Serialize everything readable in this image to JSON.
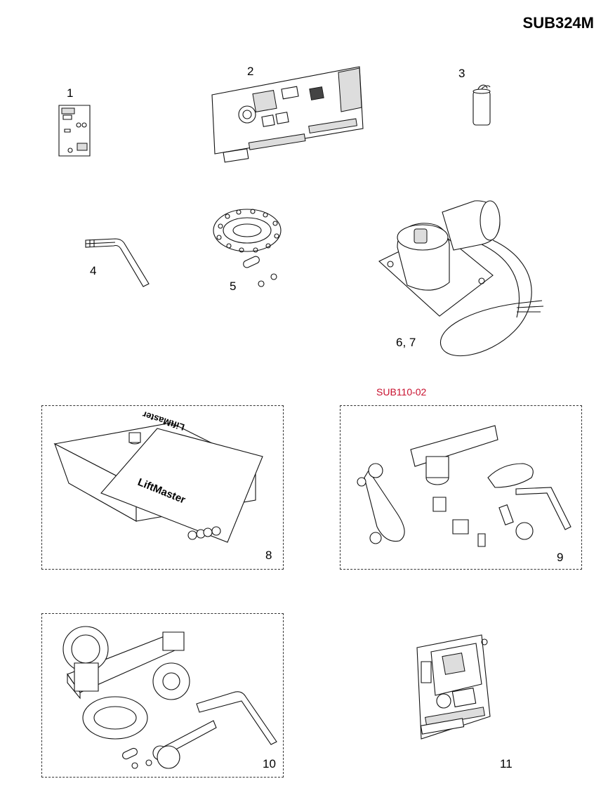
{
  "header": {
    "model_code": "SUB324M"
  },
  "kit": {
    "reference": "SUB110-02"
  },
  "parts": [
    {
      "label": "1"
    },
    {
      "label": "2"
    },
    {
      "label": "3"
    },
    {
      "label": "4"
    },
    {
      "label": "5"
    },
    {
      "label": "6, 7"
    },
    {
      "label": "8",
      "cover_text": "LiftMaster"
    },
    {
      "label": "9"
    },
    {
      "label": "10"
    },
    {
      "label": "11"
    }
  ]
}
